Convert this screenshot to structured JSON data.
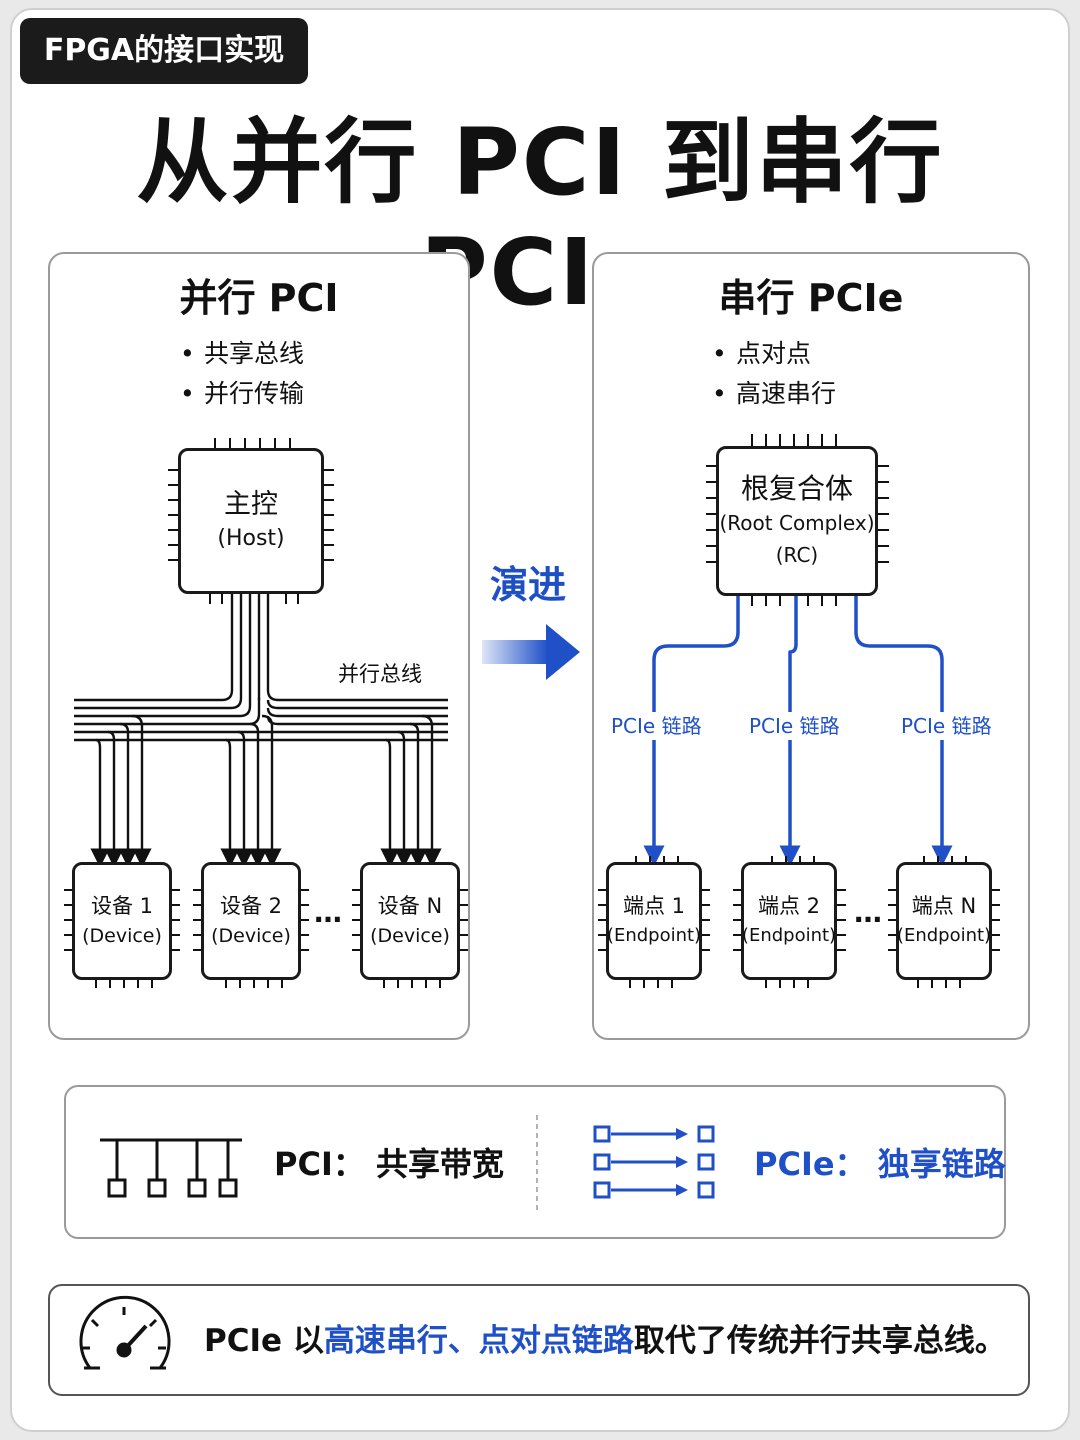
{
  "tag": "FPGA的接口实现",
  "title": "从并行 PCI 到串行 PCIe",
  "pci": {
    "title": "并行 PCI",
    "bullets": [
      "共享总线",
      "并行传输"
    ],
    "host": {
      "name": "主控",
      "sub": "(Host)"
    },
    "bus_label": "并行总线",
    "devices": [
      {
        "name": "设备 1",
        "sub": "(Device)"
      },
      {
        "name": "设备 2",
        "sub": "(Device)"
      },
      {
        "name": "设备 N",
        "sub": "(Device)"
      }
    ],
    "ellipsis": "…"
  },
  "arrow_label": "演进",
  "pcie": {
    "title": "串行 PCIe",
    "bullets": [
      "点对点",
      "高速串行"
    ],
    "root": {
      "name": "根复合体",
      "sub": "(Root Complex)",
      "abbr": "(RC)"
    },
    "link_labels": [
      "PCIe 链路",
      "PCIe 链路",
      "PCIe 链路"
    ],
    "endpoints": [
      {
        "name": "端点 1",
        "sub": "(Endpoint)"
      },
      {
        "name": "端点 2",
        "sub": "(Endpoint)"
      },
      {
        "name": "端点 N",
        "sub": "(Endpoint)"
      }
    ],
    "ellipsis": "…"
  },
  "comparison": {
    "pci": "PCI： 共享带宽",
    "pcie": "PCIe： 独享链路"
  },
  "summary": {
    "part1": "PCIe 以",
    "part2": "高速串行、点对点链路",
    "part3": "取代了传统并行共享总线。"
  },
  "colors": {
    "accent_blue": "#1f50c8",
    "dark": "#1b1b1b",
    "border": "#9a9a9a"
  }
}
